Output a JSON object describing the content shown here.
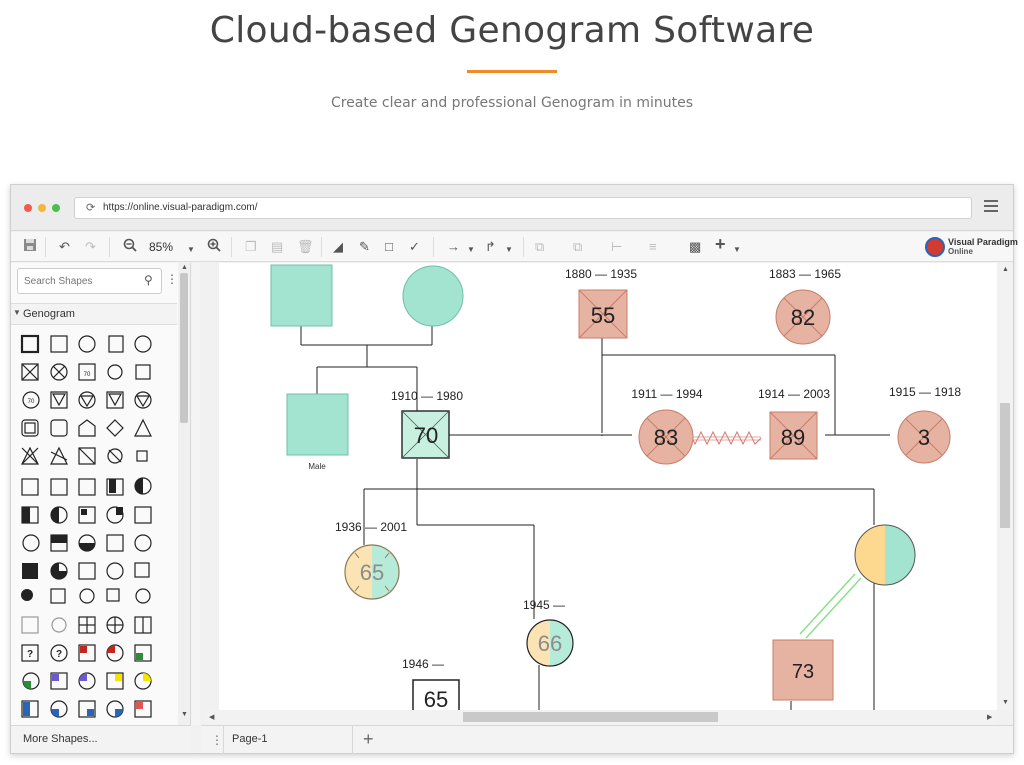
{
  "hero": {
    "title": "Cloud-based Genogram Software",
    "subtitle": "Create clear and professional Genogram in minutes",
    "accent_color": "#f08a24"
  },
  "browser": {
    "url": "https://online.visual-paradigm.com/",
    "traffic_lights": [
      "#ee5b4f",
      "#f5b63b",
      "#4cc04c"
    ],
    "refresh_icon": "refresh-icon",
    "menu_icon": "hamburger-icon"
  },
  "toolbar": {
    "zoom": "85%",
    "items": [
      "save-icon",
      "undo-icon",
      "redo-icon",
      "zoom-out-icon",
      "zoom-in-icon",
      "copy-icon",
      "paste-icon",
      "delete-icon",
      "fill-icon",
      "line-color-icon",
      "shadow-icon",
      "format-painter-icon",
      "connector-icon",
      "waypoint-icon",
      "front-icon",
      "back-icon",
      "align-icon",
      "distribute-icon",
      "fit-icon",
      "insert-icon"
    ],
    "logo_line1": "Visual Paradigm",
    "logo_line2": "Online"
  },
  "sidebar": {
    "search_placeholder": "Search Shapes",
    "category": "Genogram",
    "more_shapes": "More Shapes..."
  },
  "pages": {
    "current": "Page-1"
  },
  "diagram": {
    "colors": {
      "male_female_fill": "#a3e4d0",
      "deceased_fill": "#e6b3a3",
      "deceased_stroke": "#c87c6a",
      "half_left": "#fbe3b3",
      "half_right": "#b6ead9"
    },
    "labels": {
      "male": "Male",
      "d55": "1880 — 1935",
      "d82": "1883 — 1965",
      "d70": "1910 — 1980",
      "d83": "1911 — 1994",
      "d89": "1914 — 2003",
      "d3": "1915 — 1918",
      "d65a": "1936 — 2001",
      "d66": "1945 —",
      "d65b": "1946 —"
    },
    "ages": {
      "a55": "55",
      "a82": "82",
      "a70": "70",
      "a83": "83",
      "a89": "89",
      "a3": "3",
      "a65a": "65",
      "a66": "66",
      "a65b": "65",
      "a73": "73"
    }
  }
}
